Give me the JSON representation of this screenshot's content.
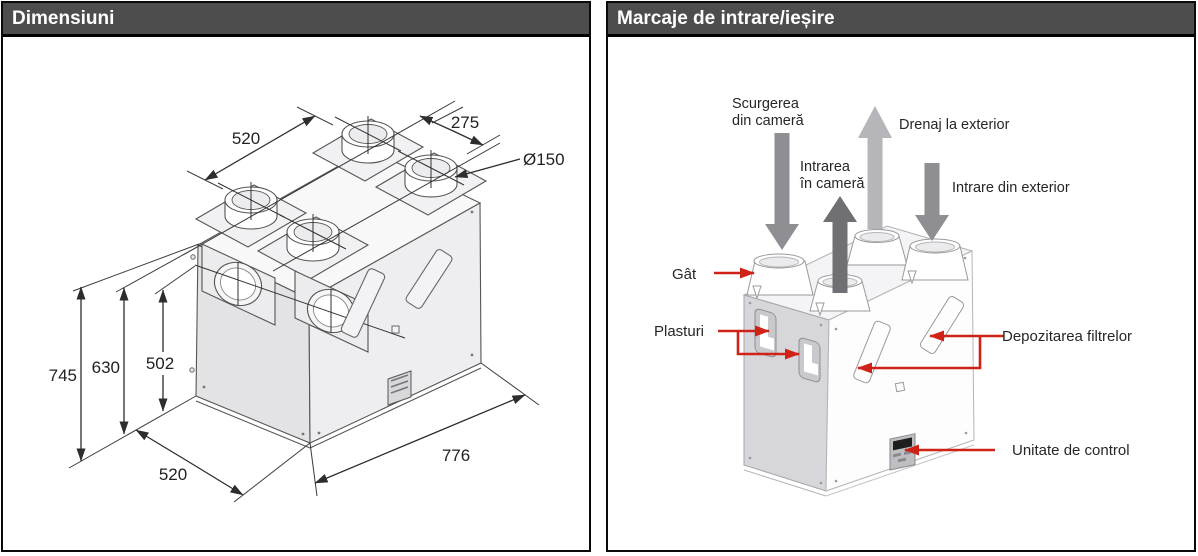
{
  "left_panel": {
    "title": "Dimensiuni",
    "dim_top_width": "520",
    "dim_port_spacing": "275",
    "dim_diameter": "Ø150",
    "dim_height_total": "745",
    "dim_height_case": "630",
    "dim_height_port": "502",
    "dim_bottom_width": "520",
    "dim_depth": "776"
  },
  "right_panel": {
    "title": "Marcaje de intrare/ieșire",
    "label_exhaust_line1": "Scurgerea",
    "label_exhaust_line2": "din cameră",
    "label_drain": "Drenaj la exterior",
    "label_supply_line1": "Intrarea",
    "label_supply_line2": "în cameră",
    "label_intake": "Intrare din exterior",
    "label_neck": "Gât",
    "label_patches": "Plasturi",
    "label_filter_storage": "Depozitarea filtrelor",
    "label_control_unit": "Unitate de control"
  },
  "colors": {
    "header_bg": "#4d4d4d",
    "header_text": "#ffffff",
    "callout_red": "#cf2318",
    "arrow_gray_medium": "#8e8e93",
    "arrow_gray_dark": "#6f6f74",
    "arrow_gray_light": "#b5b5ba"
  }
}
